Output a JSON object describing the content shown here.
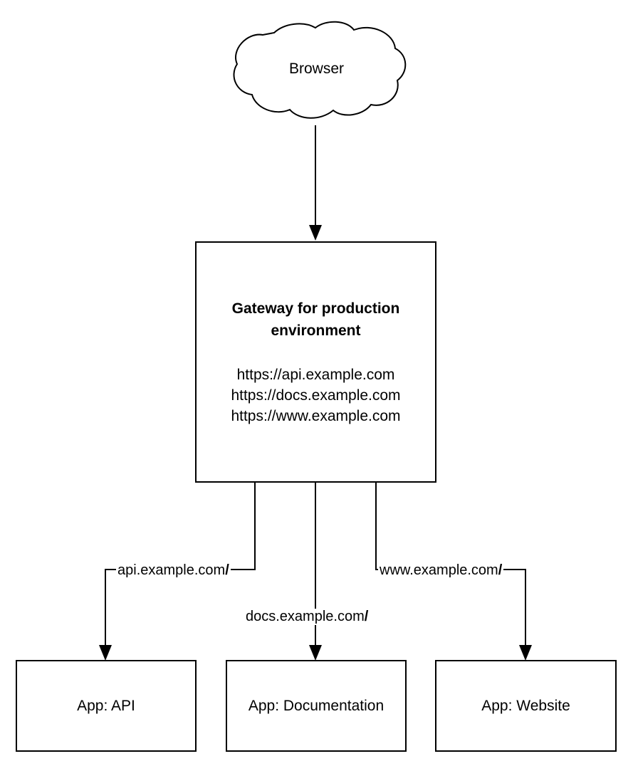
{
  "diagram": {
    "type": "flowchart",
    "orientation": "top-down",
    "nodes": {
      "browser": {
        "shape": "cloud",
        "label": "Browser"
      },
      "gateway": {
        "shape": "rectangle",
        "title": "Gateway for production environment",
        "urls": [
          "https://api.example.com",
          "https://docs.example.com",
          "https://www.example.com"
        ]
      },
      "app_api": {
        "shape": "rectangle",
        "label": "App: API"
      },
      "app_docs": {
        "shape": "rectangle",
        "label": "App: Documentation"
      },
      "app_website": {
        "shape": "rectangle",
        "label": "App: Website"
      }
    },
    "edges": [
      {
        "from": "browser",
        "to": "gateway",
        "label": "",
        "arrow": "end"
      },
      {
        "from": "gateway",
        "to": "app_api",
        "label_host": "api.example.com",
        "label_path": "/",
        "arrow": "end"
      },
      {
        "from": "gateway",
        "to": "app_docs",
        "label_host": "docs.example.com",
        "label_path": "/",
        "arrow": "end"
      },
      {
        "from": "gateway",
        "to": "app_website",
        "label_host": "www.example.com",
        "label_path": "/",
        "arrow": "end"
      }
    ],
    "colors": {
      "stroke": "#000000",
      "fill": "#ffffff",
      "text": "#000000"
    }
  }
}
